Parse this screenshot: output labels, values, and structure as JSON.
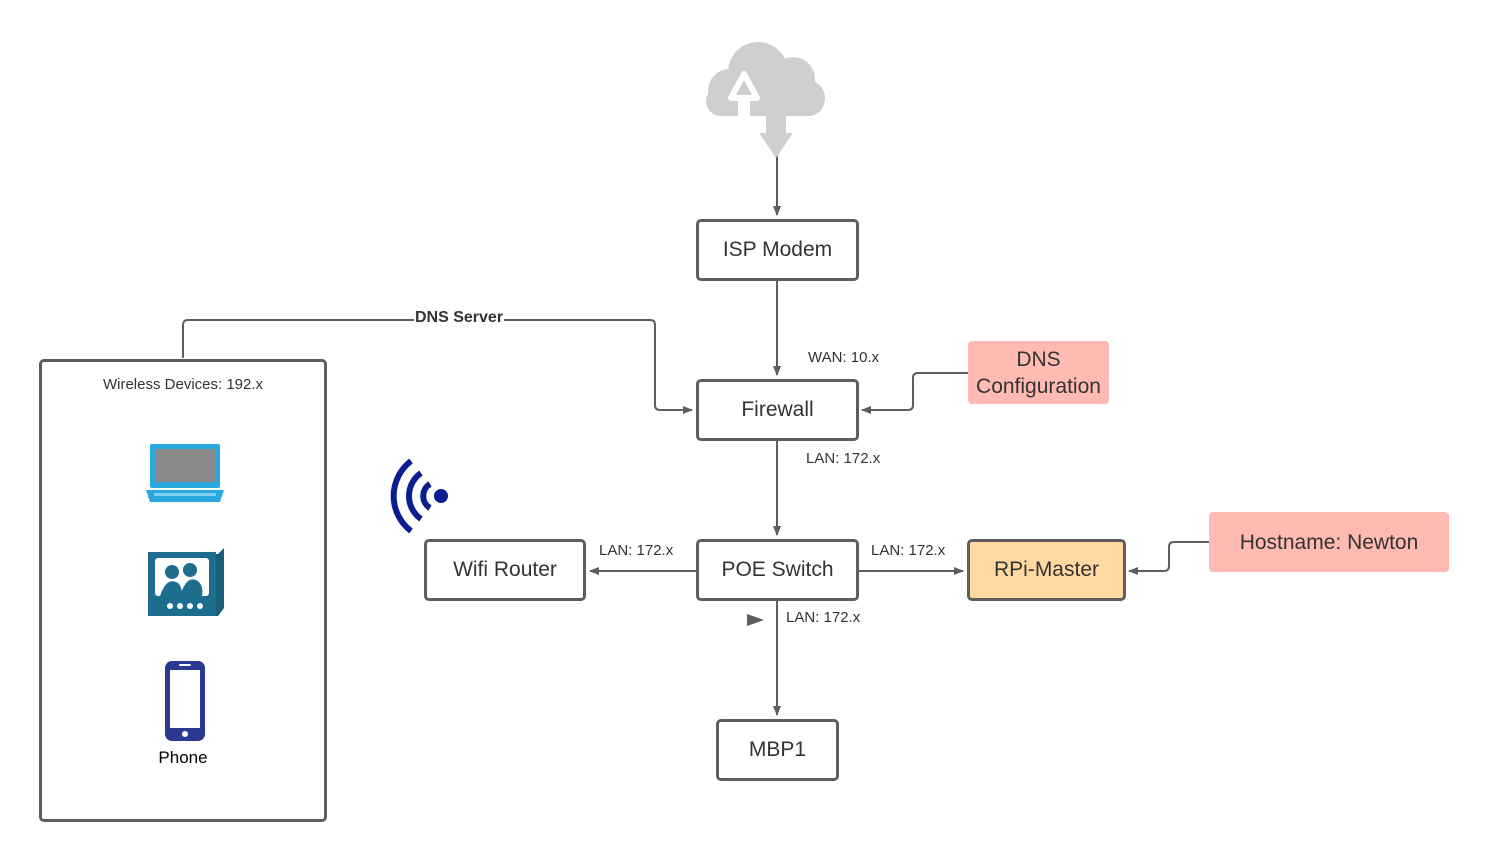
{
  "nodes": {
    "isp_modem": "ISP Modem",
    "firewall": "Firewall",
    "poe_switch": "POE Switch",
    "wifi_router": "Wifi Router",
    "rpi_master": "RPi-Master",
    "mbp1": "MBP1"
  },
  "notes": {
    "dns_configuration": [
      "DNS",
      "Configuration"
    ],
    "hostname": "Hostname: Newton"
  },
  "edge_labels": {
    "dns_server": "DNS Server",
    "wan": "WAN: 10.x",
    "lan_firewall_switch": "LAN: 172.x",
    "lan_switch_wifi": "LAN: 172.x",
    "lan_switch_rpi": "LAN: 172.x",
    "lan_switch_mbp": "LAN: 172.x"
  },
  "wireless_group": {
    "title": "Wireless Devices: 192.x",
    "devices": [
      {
        "icon": "laptop-icon",
        "label": ""
      },
      {
        "icon": "television-icon",
        "label": ""
      },
      {
        "icon": "phone-icon",
        "label": "Phone"
      }
    ]
  },
  "icons": {
    "internet": "cloud-upload-icon",
    "wireless": "wifi-signal-icon"
  },
  "colors": {
    "stroke": "#5e5e5e",
    "note_fill": "#ffbbb3",
    "highlight_fill": "#ffd9a1",
    "cloud_fill": "#cfcfcf",
    "device_blue": "#29a8e0",
    "wifi_blue": "#0a1f8f",
    "phone_navy": "#2b3990"
  }
}
